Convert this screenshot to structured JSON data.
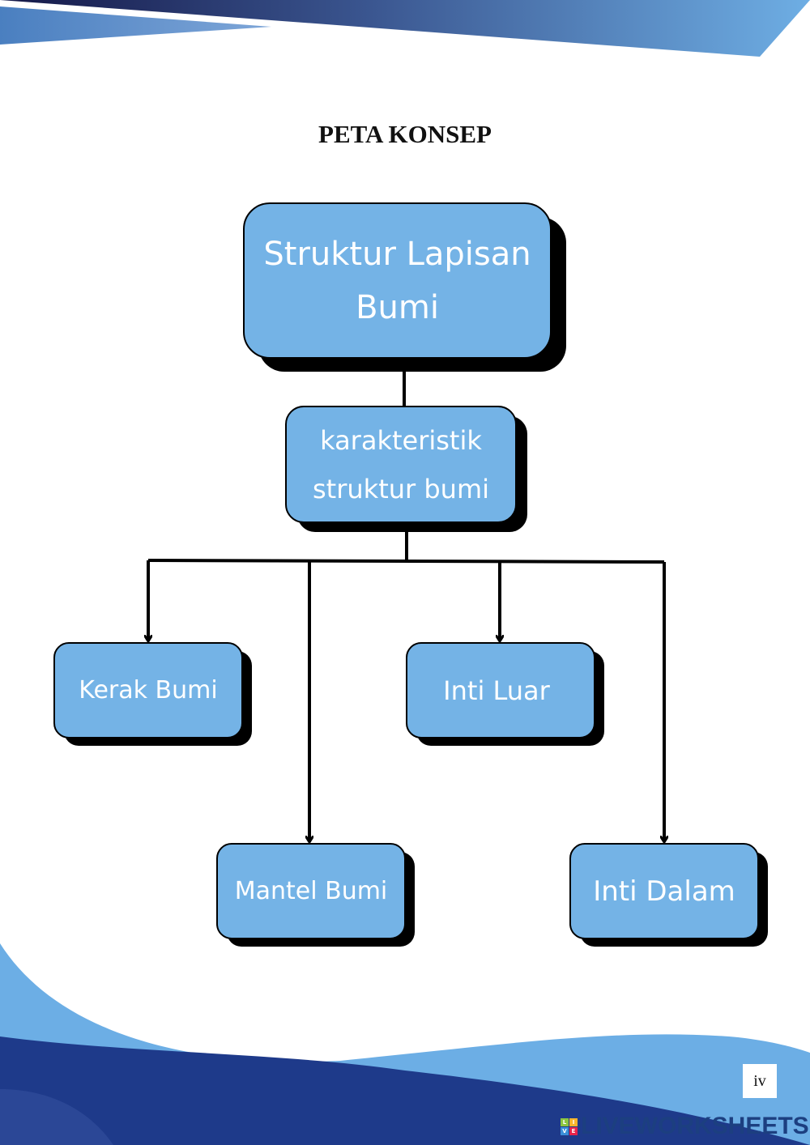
{
  "title": "PETA KONSEP",
  "colors": {
    "box": "#74b3e6",
    "shadow": "#000000",
    "banner_dark": "#151848",
    "banner_light": "#6eaee4",
    "wave_light": "#6caee5",
    "wave_dark": "#1e3a8a"
  },
  "nodes": {
    "root": "Struktur Lapisan Bumi",
    "middle": "karakteristik struktur bumi",
    "kerak": "Kerak Bumi",
    "inti_luar": "Inti Luar",
    "mantel": "Mantel Bumi",
    "inti_dalam": "Inti Dalam"
  },
  "page_number": "iv",
  "watermark": {
    "logo_letters": [
      "L",
      "I",
      "V",
      "E"
    ],
    "text": "LIVEWORKSHEETS"
  }
}
